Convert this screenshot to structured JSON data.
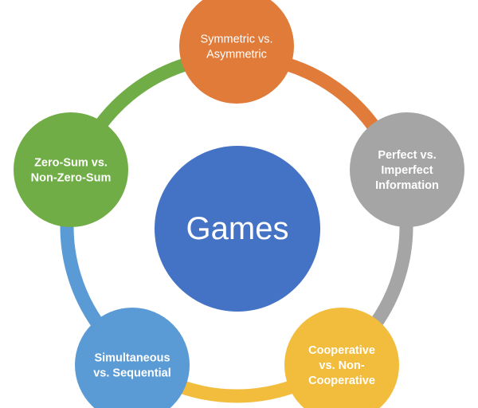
{
  "center": {
    "label": "Games",
    "color": "#4472c4"
  },
  "nodes": [
    {
      "id": "symmetric",
      "lines": [
        "Symmetric vs.",
        "Asymmetric"
      ],
      "color": "#e07b39",
      "bold": false
    },
    {
      "id": "perfect",
      "lines": [
        "Perfect vs.",
        "Imperfect",
        "Information"
      ],
      "color": "#a5a5a5",
      "bold": true
    },
    {
      "id": "cooperative",
      "lines": [
        "Cooperative",
        "vs. Non-",
        "Cooperative"
      ],
      "color": "#f2bc3c",
      "bold": true
    },
    {
      "id": "simultaneous",
      "lines": [
        "Simultaneous",
        "vs. Sequential"
      ],
      "color": "#5b9bd5",
      "bold": true
    },
    {
      "id": "zero-sum",
      "lines": [
        "Zero-Sum vs.",
        "Non-Zero-Sum"
      ],
      "color": "#70ad47",
      "bold": true
    }
  ],
  "connectors": [
    {
      "from": "zero-sum",
      "to": "symmetric",
      "color": "#70ad47"
    },
    {
      "from": "symmetric",
      "to": "perfect",
      "color": "#e07b39"
    },
    {
      "from": "perfect",
      "to": "cooperative",
      "color": "#a5a5a5"
    },
    {
      "from": "cooperative",
      "to": "simultaneous",
      "color": "#f2bc3c"
    },
    {
      "from": "simultaneous",
      "to": "zero-sum",
      "color": "#5b9bd5"
    }
  ]
}
